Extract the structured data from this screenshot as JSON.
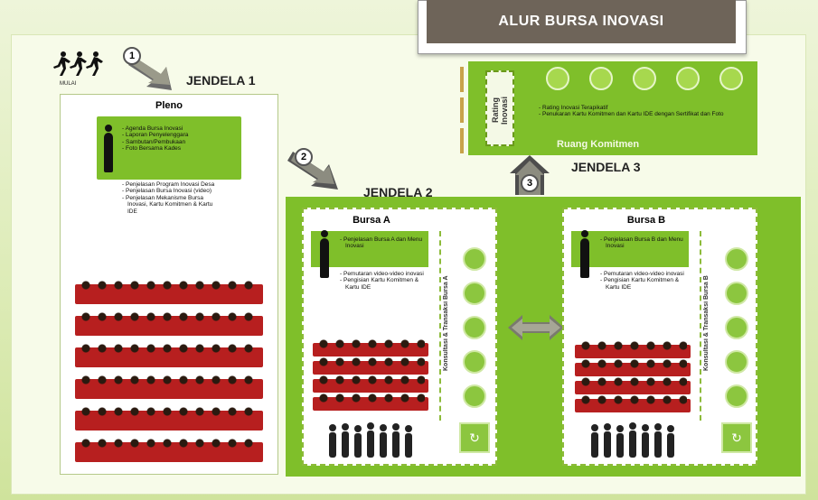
{
  "title": "ALUR BURSA INOVASI",
  "start": {
    "label": "MULAI",
    "step": "1"
  },
  "jendela1": {
    "label": "JENDELA 1",
    "panel_title": "Pleno",
    "speaker_items": [
      "Agenda Bursa Inovasi",
      "Laporan Penyelenggara",
      "Sambutan/Pembukaan",
      "Foto Bersama Kades"
    ],
    "items": [
      "Penjelasan Program Inovasi Desa",
      "Penjelasan Bursa Inovasi (video)",
      "Penjelasan Mekanisme Bursa Inovasi, Kartu Komitmen & Kartu IDE"
    ],
    "crowd_rows": 6
  },
  "step2": "2",
  "jendela2": {
    "label": "JENDELA 2",
    "bursa_a": {
      "title": "Bursa A",
      "speaker_items": [
        "Penjelasan Bursa A dan Menu Inovasi"
      ],
      "items": [
        "Pemutaran video-video inovasi",
        "Pengisian Kartu Komitmen & Kartu IDE"
      ],
      "side_label": "Konsultasi & Transaksi Bursa A",
      "circles": 5
    },
    "bursa_b": {
      "title": "Bursa B",
      "speaker_items": [
        "Penjelasan Bursa B dan Menu Inovasi"
      ],
      "items": [
        "Pemutaran video-video inovasi",
        "Pengisian Kartu Komitmen & Kartu IDE"
      ],
      "side_label": "Konsultasi & Transaksi Bursa B",
      "circles": 5
    }
  },
  "step3": "3",
  "jendela3": {
    "label": "JENDELA 3",
    "rating_label": "Rating Inovasi",
    "items": [
      "Rating Inovasi Terapikatif",
      "Penukaran Kartu Komitmen dan Kartu IDE dengan Sertifikat dan Foto"
    ],
    "room_label": "Ruang Komitmen",
    "circles": 5
  },
  "colors": {
    "green": "#7fbf2a",
    "title_bg": "#6e6459",
    "crowd": "#b71f1f"
  }
}
